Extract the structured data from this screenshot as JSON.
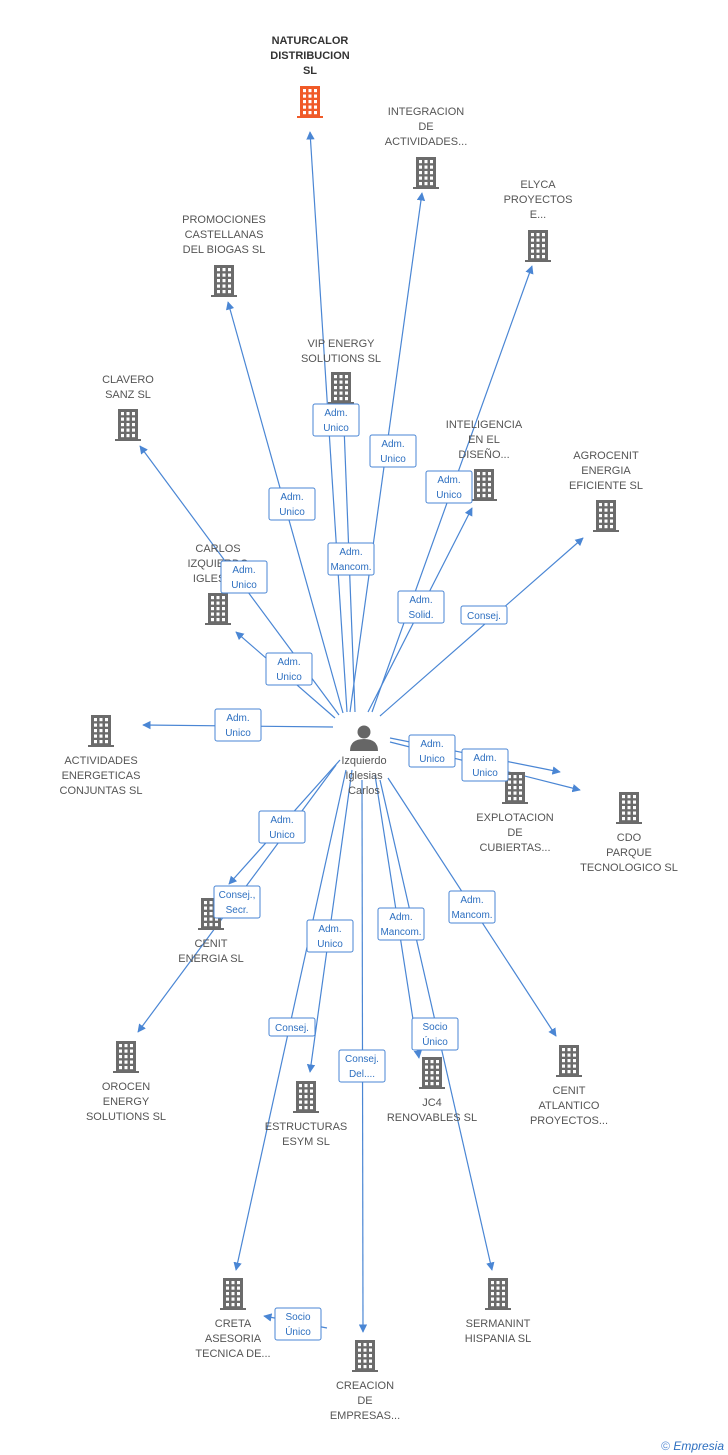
{
  "colors": {
    "edge": "#4a86d4",
    "building": "#6b6b6b",
    "building_main": "#f05a28",
    "person": "#666666"
  },
  "footer": {
    "copyright": "©",
    "brand": "Empresia"
  },
  "center": {
    "id": "person",
    "label": [
      "Izquierdo",
      "Iglesias",
      "Carlos"
    ]
  },
  "nodes": [
    {
      "id": "naturcalor",
      "label": [
        "NATURCALOR",
        "DISTRIBUCION",
        "SL"
      ],
      "main": true
    },
    {
      "id": "integracion",
      "label": [
        "INTEGRACION",
        "DE",
        "ACTIVIDADES..."
      ]
    },
    {
      "id": "elyca",
      "label": [
        "ELYCA",
        "PROYECTOS",
        "E..."
      ]
    },
    {
      "id": "promociones",
      "label": [
        "PROMOCIONES",
        "CASTELLANAS",
        "DEL BIOGAS SL"
      ]
    },
    {
      "id": "vip",
      "label": [
        "VIP ENERGY",
        "SOLUTIONS SL"
      ]
    },
    {
      "id": "clavero",
      "label": [
        "CLAVERO",
        "SANZ SL"
      ]
    },
    {
      "id": "inteligencia",
      "label": [
        "INTELIGENCIA",
        "EN EL",
        "DISEÑO..."
      ]
    },
    {
      "id": "agrocenit",
      "label": [
        "AGROCENIT",
        "ENERGIA",
        "EFICIENTE SL"
      ]
    },
    {
      "id": "carlos",
      "label": [
        "CARLOS",
        "IZQUIERDO",
        "IGLESIAS"
      ]
    },
    {
      "id": "actividades",
      "label": [
        "ACTIVIDADES",
        "ENERGETICAS",
        "CONJUNTAS SL"
      ]
    },
    {
      "id": "explotacion",
      "label": [
        "EXPLOTACION",
        "DE",
        "CUBIERTAS..."
      ]
    },
    {
      "id": "cdo",
      "label": [
        "CDO",
        "PARQUE",
        "TECNOLOGICO SL"
      ]
    },
    {
      "id": "cenit_energia",
      "label": [
        "CENIT",
        "ENERGIA SL"
      ]
    },
    {
      "id": "orocen",
      "label": [
        "OROCEN",
        "ENERGY",
        "SOLUTIONS SL"
      ]
    },
    {
      "id": "estructuras",
      "label": [
        "ESTRUCTURAS",
        "ESYM SL"
      ]
    },
    {
      "id": "jc4",
      "label": [
        "JC4",
        "RENOVABLES SL"
      ]
    },
    {
      "id": "cenit_atlantico",
      "label": [
        "CENIT",
        "ATLANTICO",
        "PROYECTOS..."
      ]
    },
    {
      "id": "creta",
      "label": [
        "CRETA",
        "ASESORIA",
        "TECNICA DE..."
      ]
    },
    {
      "id": "sermanint",
      "label": [
        "SERMANINT",
        "HISPANIA SL"
      ]
    },
    {
      "id": "creacion",
      "label": [
        "CREACION",
        "DE",
        "EMPRESAS..."
      ]
    }
  ],
  "edges": [
    {
      "from": "person",
      "to": "naturcalor",
      "label": [
        "Adm.",
        "Unico"
      ]
    },
    {
      "from": "person",
      "to": "integracion",
      "label": [
        "Adm.",
        "Unico"
      ]
    },
    {
      "from": "person",
      "to": "elyca",
      "label": [
        "Adm.",
        "Unico"
      ]
    },
    {
      "from": "person",
      "to": "promociones",
      "label": [
        "Adm.",
        "Unico"
      ]
    },
    {
      "from": "person",
      "to": "vip",
      "label": [
        "Adm.",
        "Mancom."
      ]
    },
    {
      "from": "person",
      "to": "clavero",
      "label": [
        "Adm.",
        "Unico"
      ]
    },
    {
      "from": "person",
      "to": "inteligencia",
      "label": [
        "Adm.",
        "Solid."
      ]
    },
    {
      "from": "person",
      "to": "agrocenit",
      "label": [
        "Consej."
      ]
    },
    {
      "from": "person",
      "to": "carlos",
      "label": [
        "Adm.",
        "Unico"
      ]
    },
    {
      "from": "person",
      "to": "actividades",
      "label": [
        "Adm.",
        "Unico"
      ]
    },
    {
      "from": "person",
      "to": "explotacion",
      "label": [
        "Adm.",
        "Unico"
      ]
    },
    {
      "from": "person",
      "to": "cdo",
      "label": [
        "Adm.",
        "Unico"
      ]
    },
    {
      "from": "person",
      "to": "cenit_energia",
      "label": [
        "Adm.",
        "Unico"
      ]
    },
    {
      "from": "person",
      "to": "orocen",
      "label": [
        "Consej.,",
        "Secr."
      ]
    },
    {
      "from": "person",
      "to": "estructuras",
      "label": [
        "Adm.",
        "Unico"
      ]
    },
    {
      "from": "person",
      "to": "jc4",
      "label": [
        "Adm.",
        "Mancom."
      ]
    },
    {
      "from": "person",
      "to": "cenit_atlantico",
      "label": [
        "Adm.",
        "Mancom."
      ]
    },
    {
      "from": "person",
      "to": "creta",
      "label": [
        "Consej."
      ]
    },
    {
      "from": "person",
      "to": "sermanint",
      "label": [
        "Socio",
        "Único"
      ]
    },
    {
      "from": "person",
      "to": "creacion",
      "label": [
        "Consej.",
        "Del...."
      ]
    },
    {
      "from": "creacion",
      "to": "creta",
      "label": [
        "Socio",
        "Único"
      ]
    }
  ]
}
